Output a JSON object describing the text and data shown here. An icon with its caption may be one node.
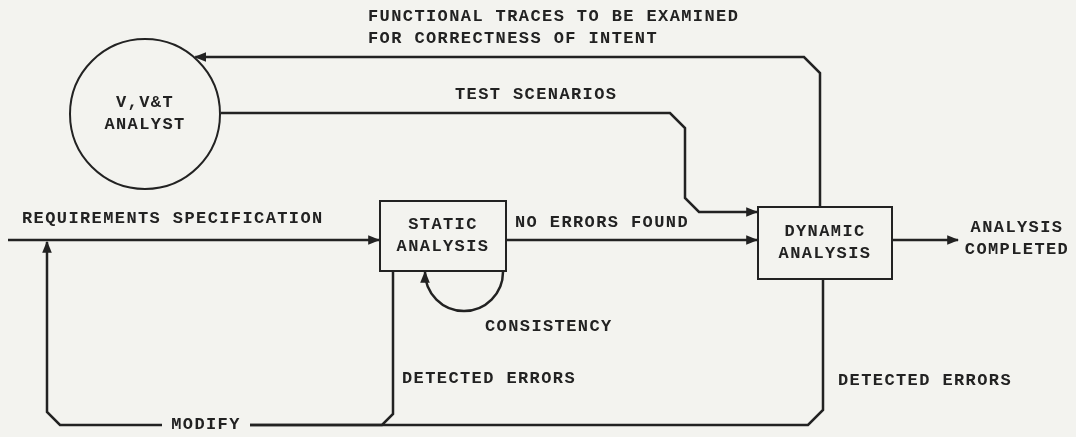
{
  "diagram": {
    "nodes": [
      {
        "text": [
          "V,V&T ANALYST"
        ]
      },
      {
        "text": [
          "STATIC ANALYSIS"
        ]
      },
      {
        "text": [
          "DYNAMIC ANALYSIS"
        ]
      },
      {
        "text": [
          "ANALYSIS COMPLETED"
        ]
      },
      {
        "text": [
          "MODIFY"
        ]
      }
    ],
    "edges": [
      {
        "from": null,
        "to": 1,
        "arrow": "to",
        "label": "REQUIREMENTS SPECIFICATION"
      },
      {
        "from": 1,
        "to": 2,
        "arrow": "to",
        "label": "NO ERRORS FOUND"
      },
      {
        "from": 2,
        "to": 3,
        "arrow": "to"
      },
      {
        "from": 0,
        "to": 2,
        "arrow": "to",
        "label": "TEST SCENARIOS"
      },
      {
        "from": 2,
        "to": 0,
        "arrow": "to",
        "label": "FUNCTIONAL TRACES TO BE EXAMINED FOR CORRECTNESS OF INTENT"
      },
      {
        "from": 1,
        "to": 1,
        "arrow": "to",
        "label": "CONSISTENCY"
      },
      {
        "from": 1,
        "to": 4,
        "arrow": "none",
        "label": "DETECTED ERRORS"
      },
      {
        "from": 2,
        "to": 4,
        "arrow": "none",
        "label": "DETECTED ERRORS"
      },
      {
        "from": 4,
        "to": null,
        "arrow": "to"
      }
    ]
  }
}
